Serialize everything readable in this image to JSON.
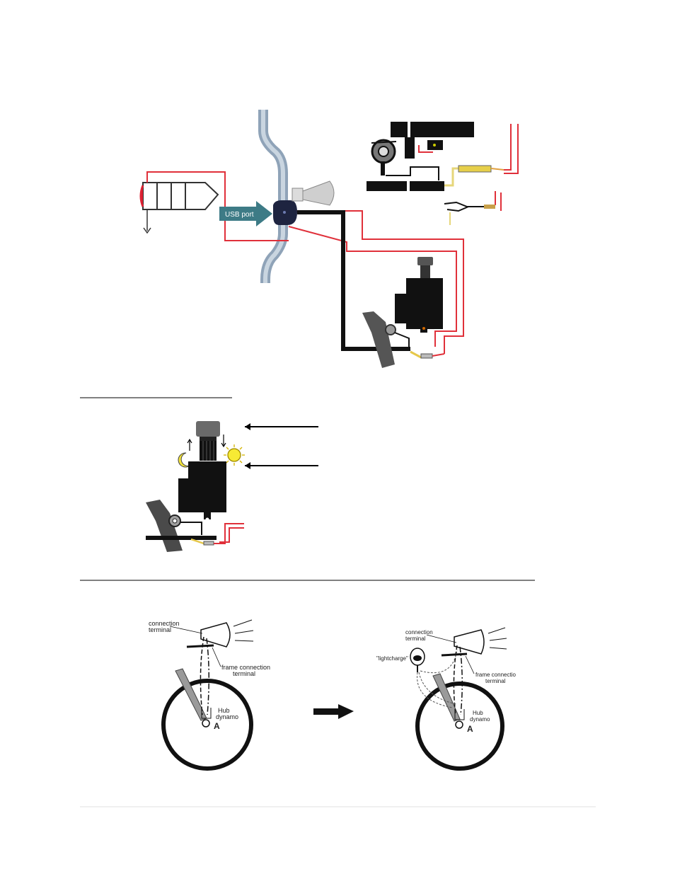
{
  "figure1": {
    "usb_label": "USB port"
  },
  "figure3": {
    "left": {
      "connection_terminal": [
        "connection",
        "terminal"
      ],
      "frame_connection_terminal": [
        "frame connection",
        "terminal"
      ],
      "hub_dynamo": [
        "Hub",
        "dynamo"
      ],
      "point": "A"
    },
    "right": {
      "connection_terminal": [
        "connection",
        "terminal"
      ],
      "lightcharge": "\"lightcharge\"",
      "frame_connection_terminal": [
        "frame connectio",
        "terminal"
      ],
      "hub_dynamo": [
        "Hub",
        "dynamo"
      ],
      "point": "A"
    }
  }
}
